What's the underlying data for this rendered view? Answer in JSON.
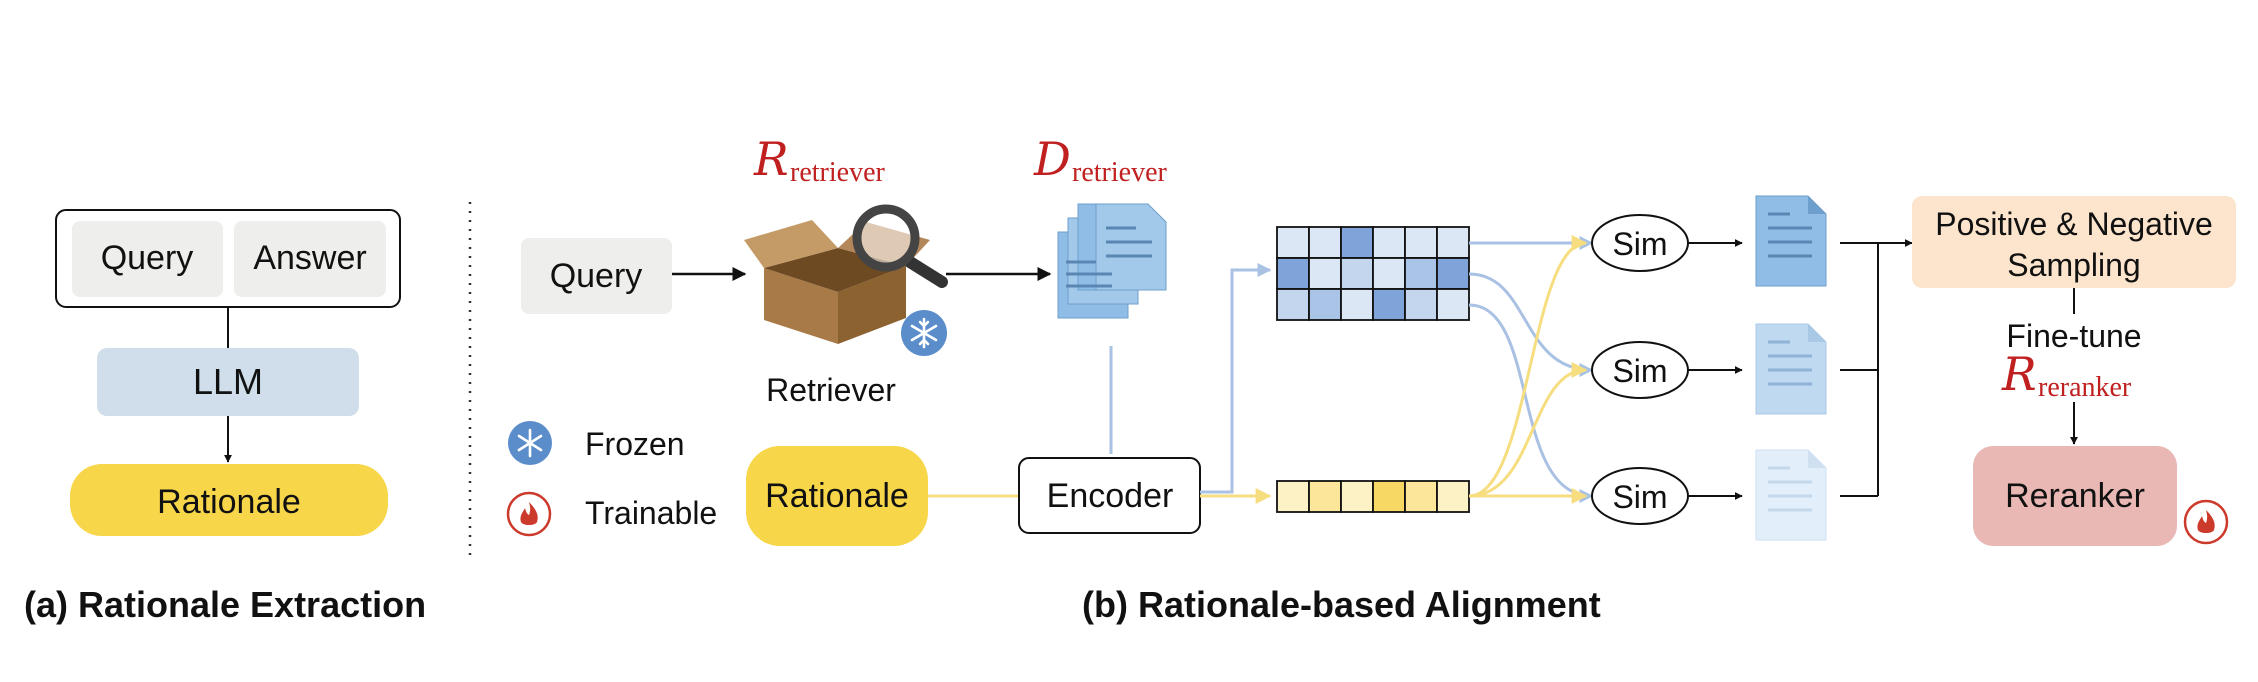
{
  "panel_a": {
    "query": "Query",
    "answer": "Answer",
    "llm": "LLM",
    "rationale": "Rationale",
    "caption": "(a) Rationale Extraction"
  },
  "panel_b": {
    "query": "Query",
    "retriever_label": "Retriever",
    "r_symbol": "R",
    "r_subscript": "retriever",
    "d_symbol": "D",
    "d_subscript": "retriever",
    "legend": {
      "frozen": "Frozen",
      "trainable": "Trainable"
    },
    "rationale": "Rationale",
    "encoder": "Encoder",
    "sim": [
      "Sim",
      "Sim",
      "Sim"
    ],
    "sampling_line1": "Positive & Negative",
    "sampling_line2": "Sampling",
    "fine_tune": "Fine-tune",
    "reranker_symbol": "R",
    "reranker_subscript": "reranker",
    "reranker": "Reranker",
    "caption": "(b) Rationale-based Alignment"
  },
  "colors": {
    "gray_box": "#eeeeec",
    "llm_box": "#cfdeea",
    "rationale_yellow": "#f7d64a",
    "sampling_box": "#fce5cc",
    "reranker_box": "#e9b8b4",
    "math_red": "#c0201f",
    "blue_line": "#a9c1e3",
    "yellow_line": "#f6de80",
    "snow_blue": "#5b8dcb",
    "fire_red": "#cc3a2c"
  },
  "icons": [
    "box-icon",
    "magnifier-icon",
    "snowflake-icon",
    "fire-icon",
    "document-stack-icon",
    "document-icon"
  ]
}
